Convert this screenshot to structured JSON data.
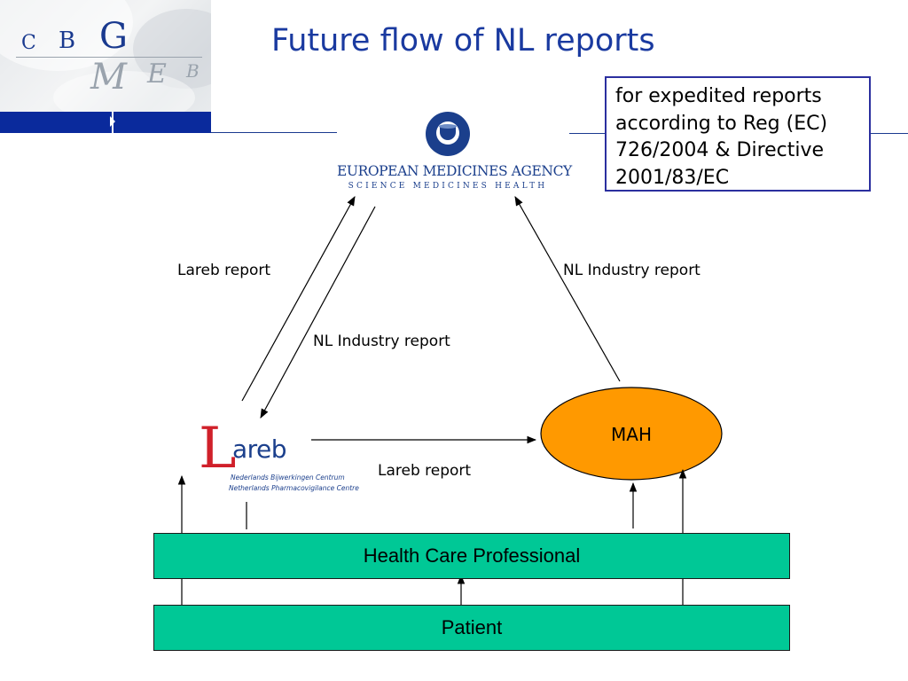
{
  "header": {
    "logo": {
      "row1": [
        "C",
        "B",
        "G"
      ],
      "row2": [
        "M",
        "E",
        "B"
      ]
    },
    "title": "Future flow of NL reports"
  },
  "note": {
    "lines": [
      "for expedited reports",
      "according to Reg (EC)",
      "726/2004 & Directive",
      "2001/83/EC"
    ]
  },
  "nodes": {
    "ema": {
      "name": "EUROPEAN MEDICINES AGENCY",
      "tagline": "SCIENCE  MEDICINES  HEALTH"
    },
    "lareb": {
      "initial": "L",
      "word": "areb",
      "sub1": "Nederlands Bijwerkingen Centrum",
      "sub2": "Netherlands Pharmacovigilance Centre"
    },
    "mah": "MAH",
    "hcp": "Health Care Professional",
    "patient": "Patient"
  },
  "edge_labels": {
    "lareb_to_ema": "Lareb report",
    "ema_to_lareb": "NL Industry report",
    "mah_to_ema": "NL Industry report",
    "lareb_to_mah": "Lareb report"
  },
  "colors": {
    "title": "#1a3aa0",
    "header_band": "#0a2a9c",
    "mah_fill": "#ff9900",
    "bar_fill": "#00c896",
    "note_border": "#2b2f9f",
    "lareb_red": "#d0202a",
    "ema_blue": "#1b3f8c"
  }
}
